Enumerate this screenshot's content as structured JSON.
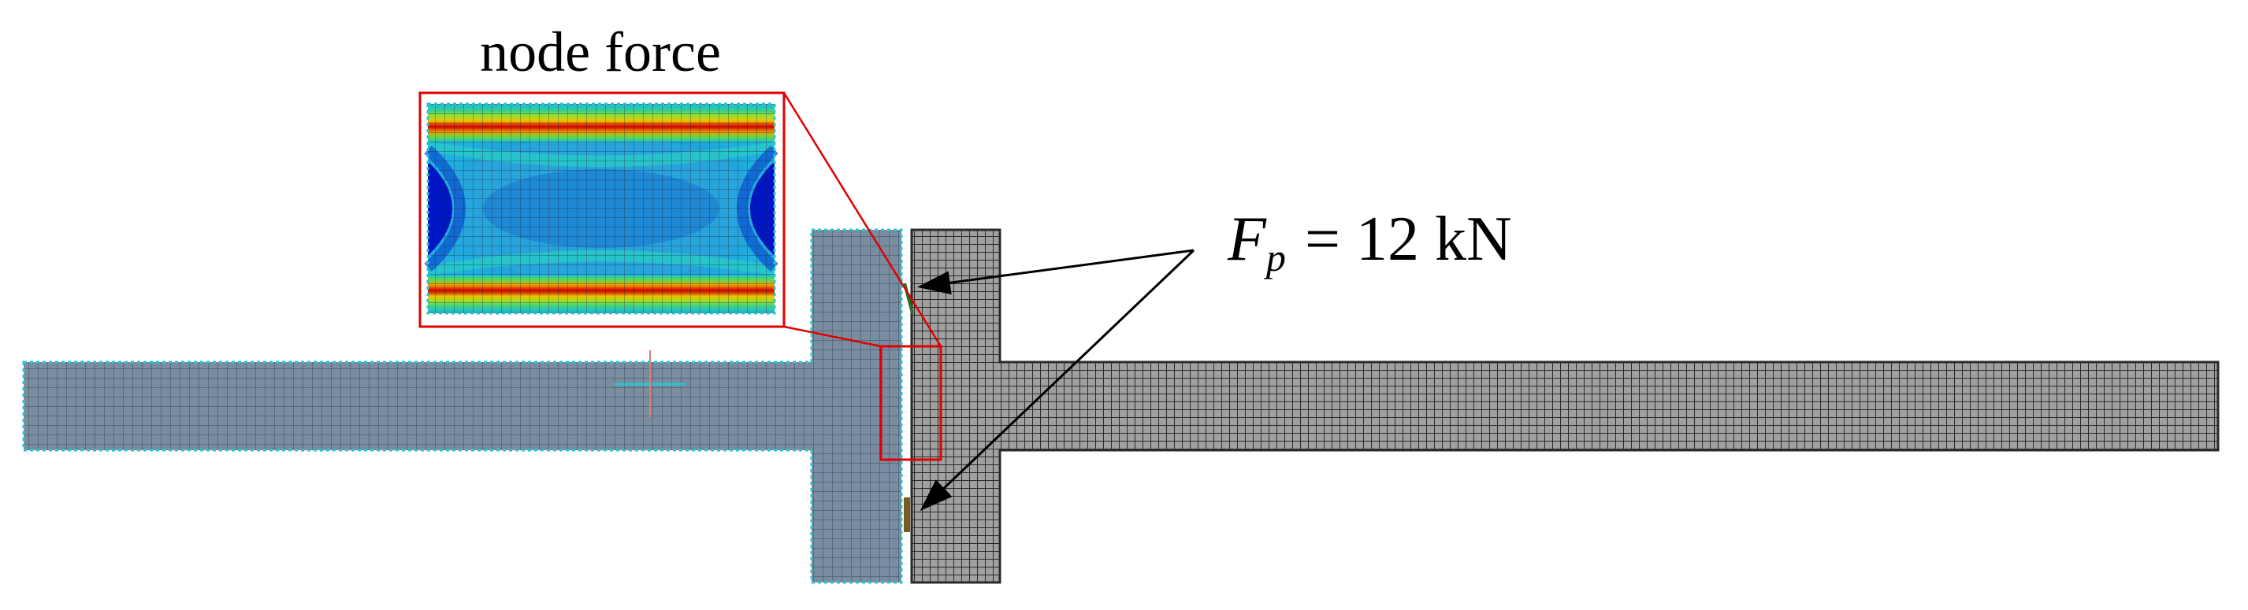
{
  "inset": {
    "title": "node force"
  },
  "annotation": {
    "symbol": "F",
    "subscript": "p",
    "value_text": "= 12 kN"
  },
  "colors": {
    "left_part_fill": "#7a8da0",
    "left_part_outline": "#29c4cf",
    "right_part_fill": "#a0a0a0",
    "mesh_line": "#2a2a2a",
    "highlight_box": "#e00000",
    "arrow": "#000000",
    "contour_low": "#0014c8",
    "contour_mid": "#1fb8e0",
    "contour_high": "#d20000"
  }
}
